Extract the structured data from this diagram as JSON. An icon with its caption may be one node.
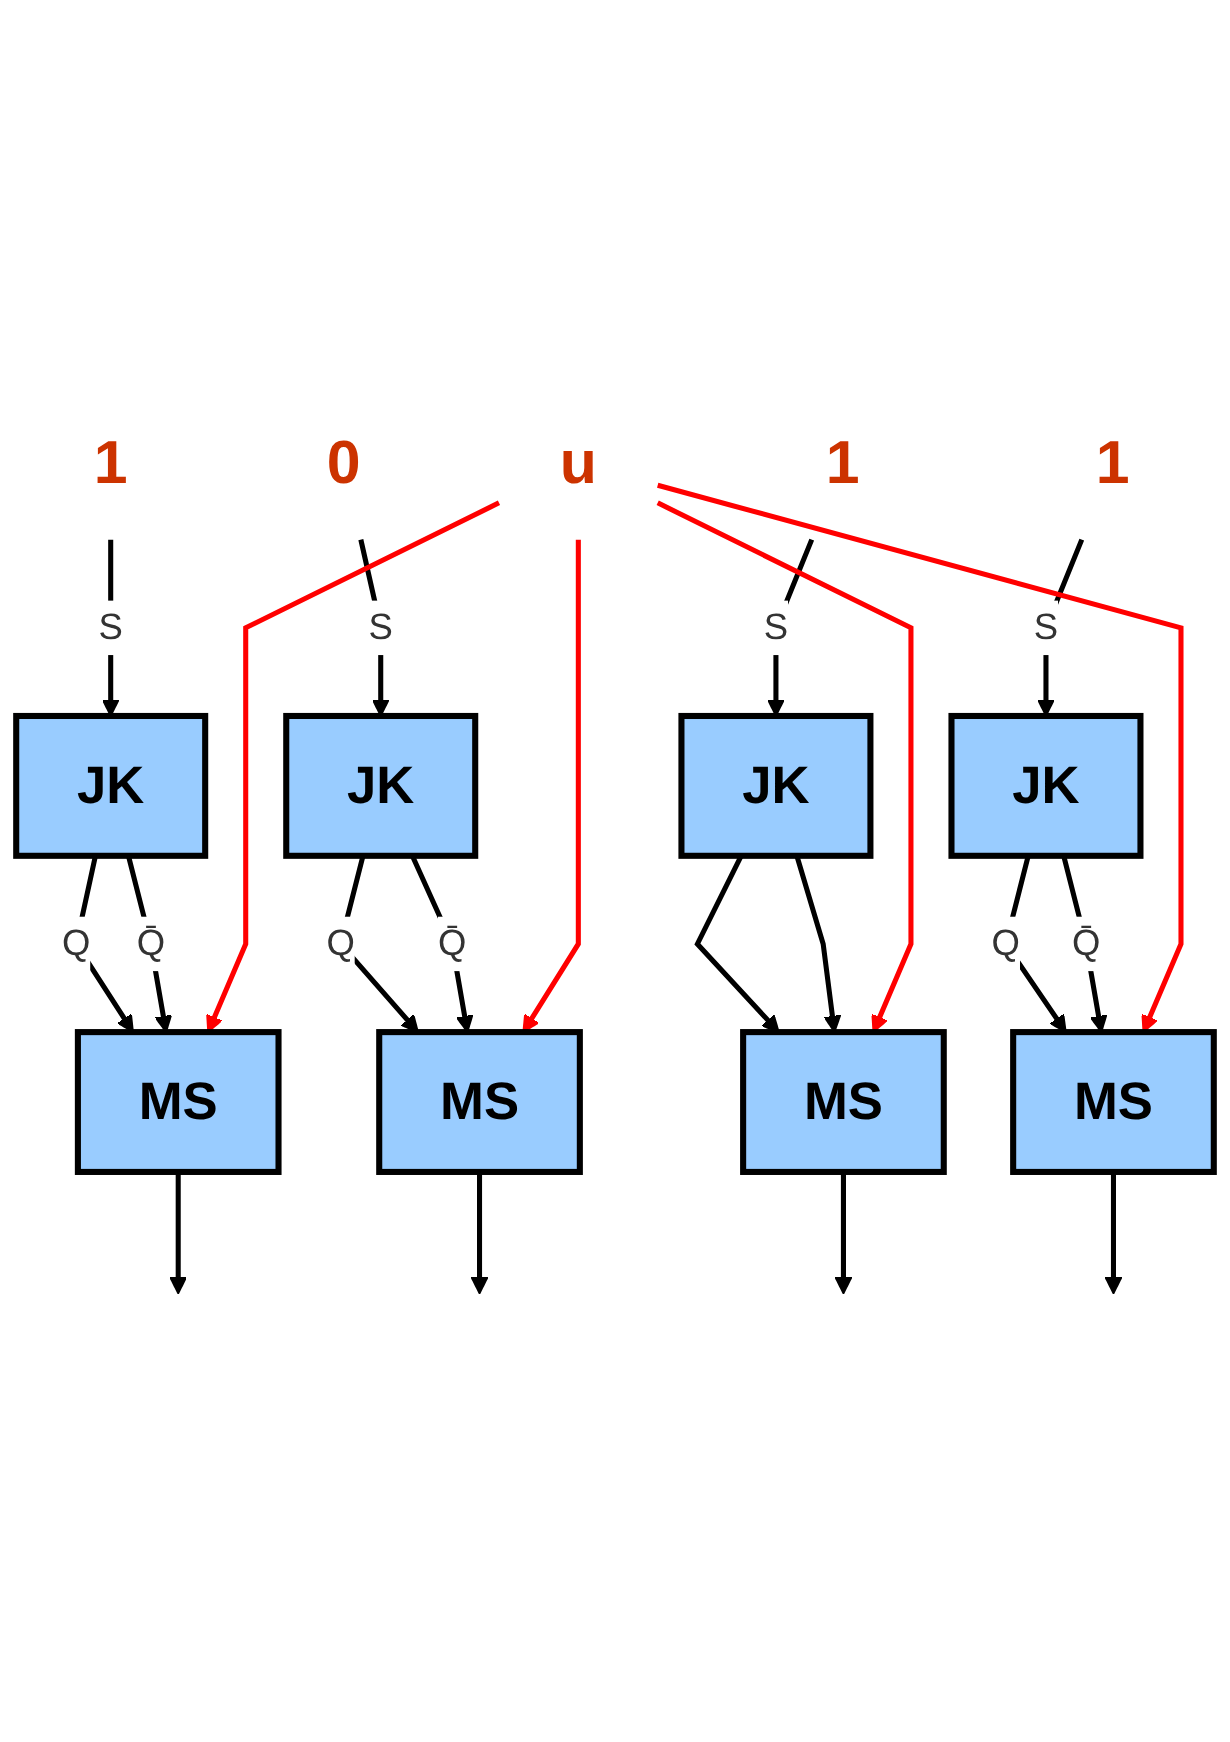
{
  "diagram": {
    "nodes": [
      {
        "text": [
          "1"
        ]
      },
      {
        "text": [
          "0"
        ]
      },
      {
        "text": [
          "1"
        ]
      },
      {
        "text": [
          "1"
        ]
      },
      {
        "text": [
          "JK"
        ]
      },
      {
        "text": [
          "JK"
        ]
      },
      {
        "text": [
          "JK"
        ]
      },
      {
        "text": [
          "JK"
        ]
      },
      {
        "text": [
          "MS"
        ]
      },
      {
        "text": [
          "MS"
        ]
      },
      {
        "text": [
          "MS"
        ]
      },
      {
        "text": [
          "MS"
        ]
      },
      {
        "text": [
          "u"
        ]
      }
    ],
    "edges": [
      {
        "from": 0,
        "to": 4,
        "arrow": "to",
        "label": "S"
      },
      {
        "from": 1,
        "to": 5,
        "arrow": "to",
        "label": "S"
      },
      {
        "from": 2,
        "to": 6,
        "arrow": "to",
        "label": "S"
      },
      {
        "from": 3,
        "to": 7,
        "arrow": "to",
        "label": "S"
      },
      {
        "from": 4,
        "to": 8,
        "arrow": "to",
        "label": "Q"
      },
      {
        "from": 4,
        "to": 8,
        "arrow": "to",
        "label": "Q̄"
      },
      {
        "from": 5,
        "to": 9,
        "arrow": "to",
        "label": "Q"
      },
      {
        "from": 5,
        "to": 9,
        "arrow": "to",
        "label": "Q̄"
      },
      {
        "from": 6,
        "to": 10,
        "arrow": "to"
      },
      {
        "from": 6,
        "to": 10,
        "arrow": "to"
      },
      {
        "from": 7,
        "to": 11,
        "arrow": "to",
        "label": "Q"
      },
      {
        "from": 7,
        "to": 11,
        "arrow": "to",
        "label": "Q̄"
      },
      {
        "from": 12,
        "to": 8,
        "arrow": "to",
        "color": "#ff0000"
      },
      {
        "from": 12,
        "to": 9,
        "arrow": "to",
        "color": "#ff0000"
      },
      {
        "from": 12,
        "to": 10,
        "arrow": "to",
        "color": "#ff0000"
      },
      {
        "from": 12,
        "to": 11,
        "arrow": "to",
        "color": "#ff0000"
      },
      {
        "from": 8,
        "to": null,
        "arrow": "to"
      },
      {
        "from": 9,
        "to": null,
        "arrow": "to"
      },
      {
        "from": 10,
        "to": null,
        "arrow": "to"
      },
      {
        "from": 11,
        "to": null,
        "arrow": "to"
      }
    ]
  }
}
